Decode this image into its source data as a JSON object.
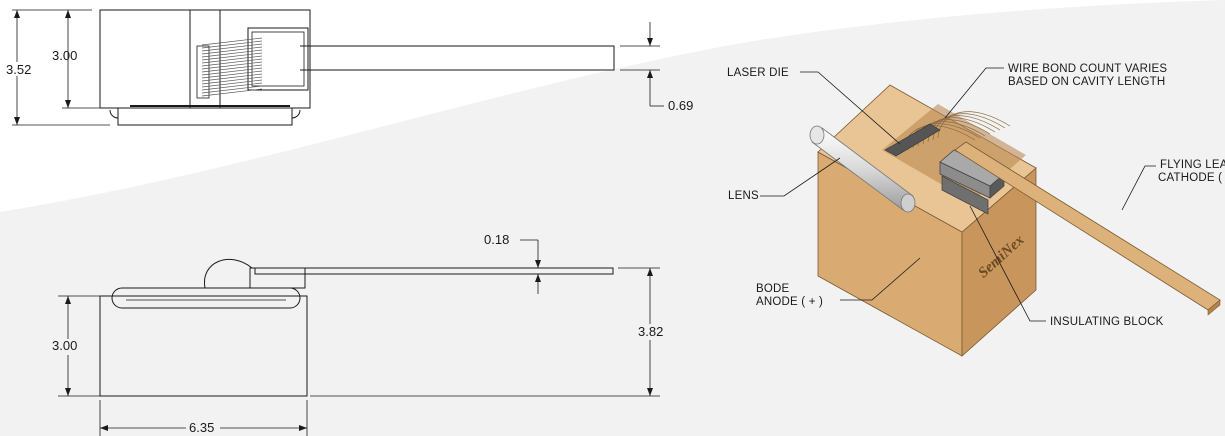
{
  "dimensions": {
    "top_view_height": "3.52",
    "top_view_body": "3.00",
    "lead_thickness": "0.69",
    "side_lead_thickness": "0.18",
    "side_body_height": "3.00",
    "side_total_height": "3.82",
    "side_body_width": "6.35"
  },
  "callouts": {
    "laser_die": "LASER DIE",
    "wire_bond_line1": "WIRE BOND COUNT VARIES",
    "wire_bond_line2": "BASED ON CAVITY LENGTH",
    "flying_lead_line1": "FLYING LEAD",
    "flying_lead_line2": "CATHODE ( - )",
    "lens": "LENS",
    "bode_line1": "BODE",
    "bode_line2": "ANODE ( + )",
    "insulating_block": "INSULATING BLOCK"
  },
  "logo_text": "SemiNex",
  "colors": {
    "background_band": "#f2f2f2",
    "copper_top": "#e9c596",
    "copper_front": "#d9ab73",
    "copper_side": "#c8955c",
    "insulator": "#6f6f6f"
  }
}
